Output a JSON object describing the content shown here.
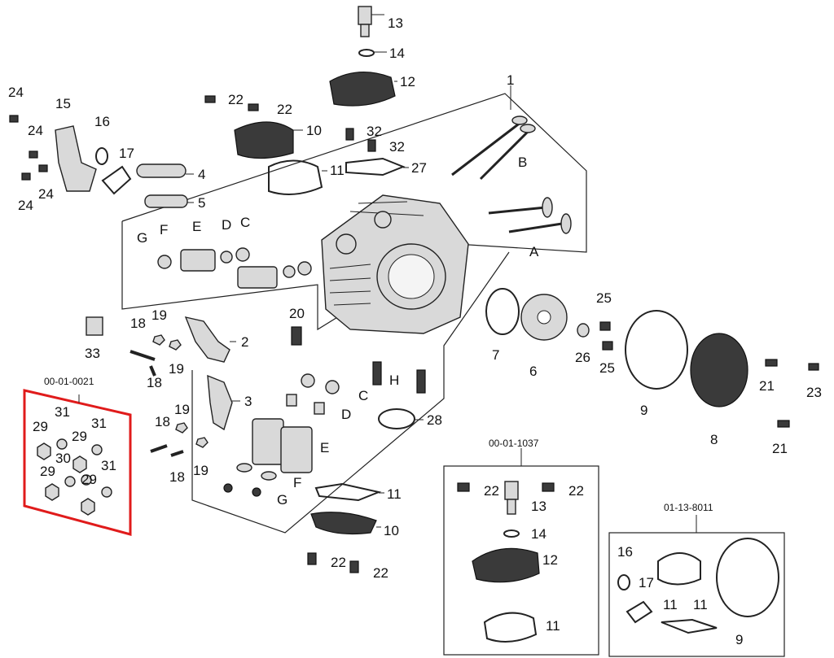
{
  "diagram": {
    "kit_refs": {
      "kit_a": "00-01-0021",
      "kit_b": "00-01-1037",
      "kit_c": "01-13-8011"
    },
    "callouts": {
      "c1": "1",
      "c2": "2",
      "c3": "3",
      "c4": "4",
      "c5": "5",
      "c6": "6",
      "c7": "7",
      "c8": "8",
      "c9a": "9",
      "c9b": "9",
      "c10a": "10",
      "c10b": "10",
      "c11a": "11",
      "c11b": "11",
      "c11c": "11",
      "c11d": "11",
      "c11e": "11",
      "c12a": "12",
      "c12b": "12",
      "c13a": "13",
      "c13b": "13",
      "c14a": "14",
      "c14b": "14",
      "c15": "15",
      "c16a": "16",
      "c16b": "16",
      "c17a": "17",
      "c17b": "17",
      "c18a": "18",
      "c18b": "18",
      "c18c": "18",
      "c18d": "18",
      "c19a": "19",
      "c19b": "19",
      "c19c": "19",
      "c19d": "19",
      "c20": "20",
      "c21a": "21",
      "c21b": "21",
      "c22a": "22",
      "c22b": "22",
      "c22c": "22",
      "c22d": "22",
      "c22e": "22",
      "c22f": "22",
      "c23": "23",
      "c24a": "24",
      "c24b": "24",
      "c24c": "24",
      "c24d": "24",
      "c25a": "25",
      "c25b": "25",
      "c26": "26",
      "c27": "27",
      "c28": "28",
      "c29a": "29",
      "c29b": "29",
      "c29c": "29",
      "c29d": "29",
      "c30": "30",
      "c31a": "31",
      "c31b": "31",
      "c31c": "31",
      "c32a": "32",
      "c32b": "32",
      "c33": "33",
      "lA": "A",
      "lB": "B",
      "lC1": "C",
      "lC2": "C",
      "lD1": "D",
      "lD2": "D",
      "lE1": "E",
      "lE2": "E",
      "lF1": "F",
      "lF2": "F",
      "lG1": "G",
      "lG2": "G",
      "lH": "H"
    },
    "highlight_color": "#e01b1b"
  }
}
